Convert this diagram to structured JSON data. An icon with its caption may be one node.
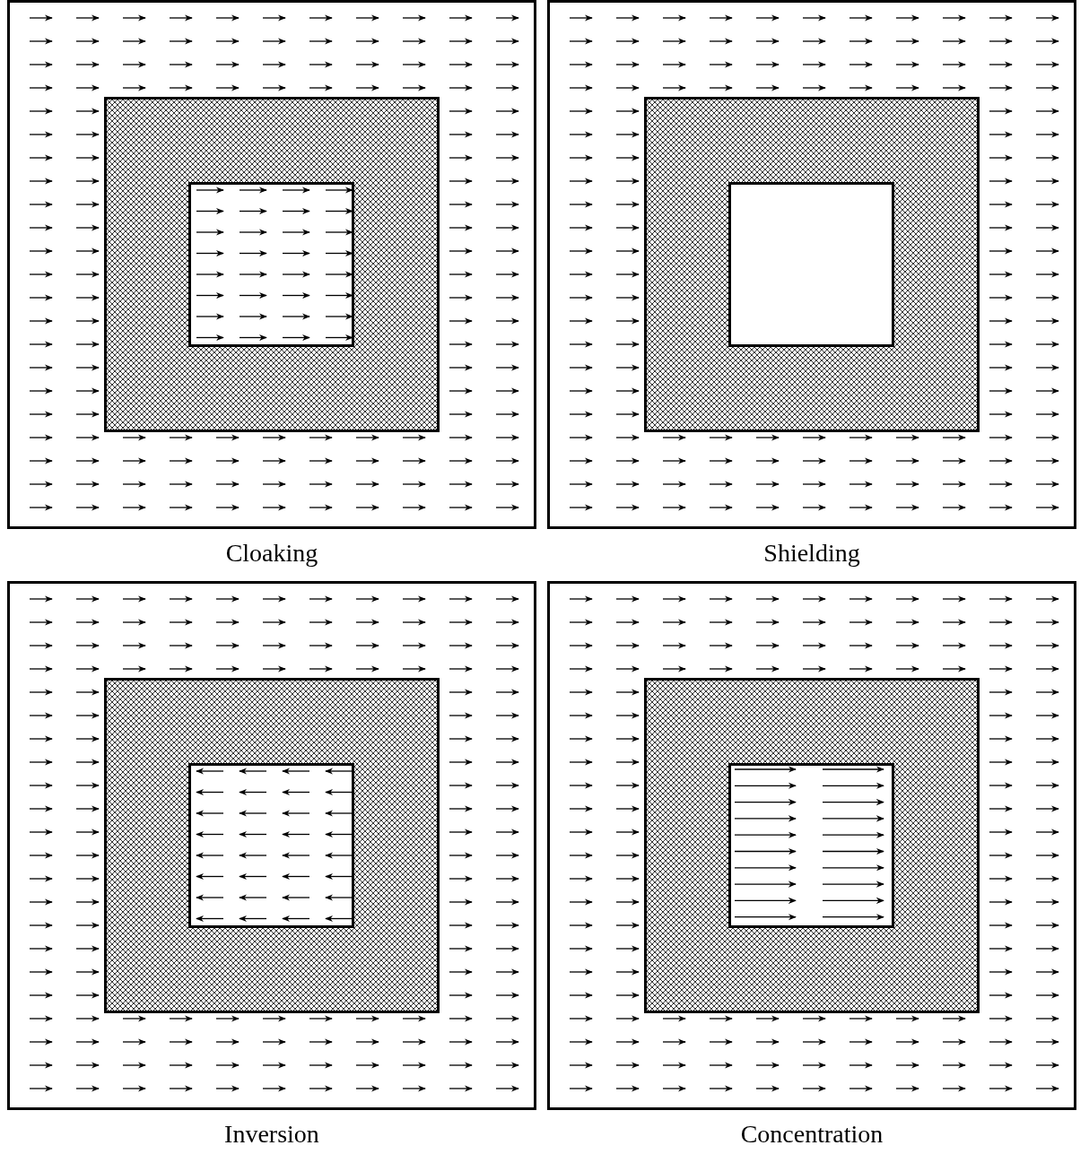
{
  "diagram": {
    "nodes": [
      {
        "text": [
          "Cloaking"
        ]
      },
      {
        "text": [],
        "shape": "box",
        "in": 0
      },
      {
        "text": [],
        "shape": "box",
        "in": 1
      },
      {
        "text": [
          "Shielding"
        ]
      },
      {
        "text": [],
        "shape": "box",
        "in": 3
      },
      {
        "text": [],
        "shape": "box",
        "in": 4
      },
      {
        "text": [
          "Inversion"
        ]
      },
      {
        "text": [],
        "shape": "box",
        "in": 6
      },
      {
        "text": [],
        "shape": "box",
        "in": 7
      },
      {
        "text": [
          "Concentration"
        ]
      },
      {
        "text": [],
        "shape": "box",
        "in": 9
      },
      {
        "text": [],
        "shape": "box",
        "in": 10
      }
    ]
  }
}
